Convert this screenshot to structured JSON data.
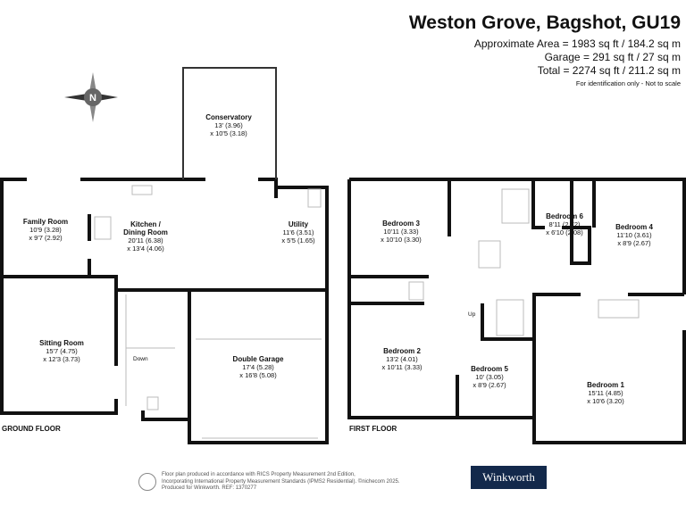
{
  "header": {
    "title": "Weston Grove, Bagshot, GU19",
    "area": "Approximate Area = 1983 sq ft / 184.2 sq m",
    "garage": "Garage = 291 sq ft / 27 sq m",
    "total": "Total = 2274 sq ft / 211.2 sq m",
    "note": "For identification only - Not to scale"
  },
  "compass": {
    "letter": "N"
  },
  "ground": {
    "label": "GROUND FLOOR",
    "conservatory": {
      "name": "Conservatory",
      "d1": "13' (3.96)",
      "d2": "x 10'5 (3.18)"
    },
    "kitchen": {
      "name": "Kitchen /",
      "name2": "Dining Room",
      "d1": "20'11 (6.38)",
      "d2": "x 13'4 (4.06)"
    },
    "family": {
      "name": "Family Room",
      "d1": "10'9 (3.28)",
      "d2": "x 9'7 (2.92)"
    },
    "utility": {
      "name": "Utility",
      "d1": "11'6 (3.51)",
      "d2": "x 5'5 (1.65)"
    },
    "sitting": {
      "name": "Sitting Room",
      "d1": "15'7 (4.75)",
      "d2": "x 12'3 (3.73)"
    },
    "garage": {
      "name": "Double Garage",
      "d1": "17'4 (5.28)",
      "d2": "x 16'8 (5.08)"
    },
    "down": "Down"
  },
  "first": {
    "label": "FIRST FLOOR",
    "bed3": {
      "name": "Bedroom 3",
      "d1": "10'11 (3.33)",
      "d2": "x 10'10 (3.30)"
    },
    "bed6": {
      "name": "Bedroom 6",
      "d1": "8'11 (2.72)",
      "d2": "x 6'10 (2.08)"
    },
    "bed4": {
      "name": "Bedroom 4",
      "d1": "11'10 (3.61)",
      "d2": "x 8'9 (2.67)"
    },
    "bed2": {
      "name": "Bedroom 2",
      "d1": "13'2 (4.01)",
      "d2": "x 10'11 (3.33)"
    },
    "bed5": {
      "name": "Bedroom 5",
      "d1": "10' (3.05)",
      "d2": "x 8'9 (2.67)"
    },
    "bed1": {
      "name": "Bedroom 1",
      "d1": "15'11 (4.85)",
      "d2": "x 10'6 (3.20)"
    },
    "up": "Up"
  },
  "footer": {
    "l1": "Floor plan produced in accordance with RICS Property Measurement 2nd Edition,",
    "l2": "Incorporating International Property Measurement Standards (IPMS2 Residential). ©nichecom 2025.",
    "l3": "Produced for Winkworth.    REF: 1370277"
  },
  "brand": {
    "name": "Winkworth",
    "color": "#13294b"
  }
}
